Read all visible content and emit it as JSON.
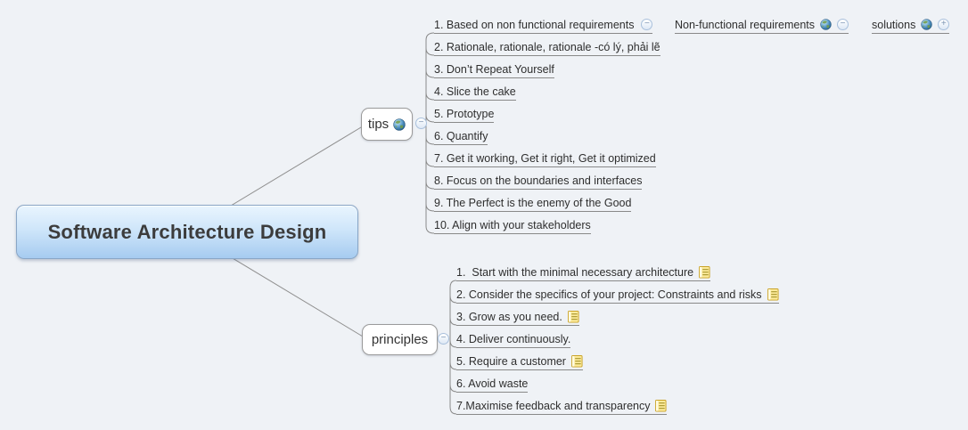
{
  "root": {
    "label": "Software Architecture Design"
  },
  "signs": {
    "collapse": "−",
    "expand": "+"
  },
  "branches": {
    "tips": {
      "label": "tips",
      "items": [
        {
          "label": "1. Based on non functional requirements"
        },
        {
          "label": "2. Rationale, rationale, rationale -có lý, phải lẽ"
        },
        {
          "label": "3. Don’t Repeat Yourself"
        },
        {
          "label": "4. Slice the cake"
        },
        {
          "label": "5. Prototype"
        },
        {
          "label": "6. Quantify"
        },
        {
          "label": "7. Get it working, Get it right, Get it optimized"
        },
        {
          "label": "8. Focus on the boundaries and interfaces"
        },
        {
          "label": "9. The Perfect is the enemy of the Good"
        },
        {
          "label": "10. Align with your stakeholders"
        }
      ]
    },
    "non_functional": {
      "label": "Non-functional requirements"
    },
    "solutions": {
      "label": "solutions"
    },
    "principles": {
      "label": "principles",
      "items": [
        {
          "label": "1.  Start with the minimal necessary architecture"
        },
        {
          "label": "2. Consider the specifics of your project: Constraints and risks"
        },
        {
          "label": "3. Grow as you need."
        },
        {
          "label": "4. Deliver continuously."
        },
        {
          "label": "5. Require a customer"
        },
        {
          "label": "6. Avoid waste"
        },
        {
          "label": "7.Maximise feedback and transparency"
        }
      ]
    }
  },
  "colors": {
    "background": "#eff2f6",
    "root_fill_top": "#e9f5fe",
    "root_fill_bottom": "#a6cbf0",
    "root_border": "#89a6c6",
    "branch_line": "#8f8f8f",
    "note_icon": "#f7d148",
    "button_border": "#a9c0dc"
  }
}
